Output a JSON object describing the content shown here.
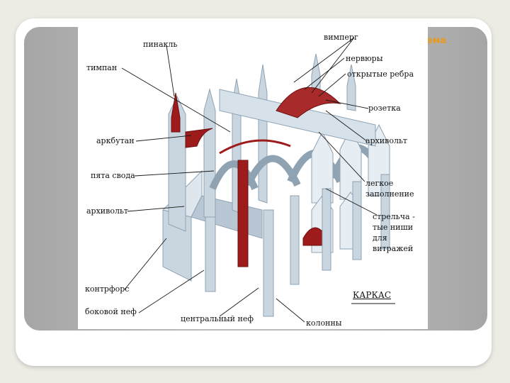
{
  "slide": {
    "title_fragment": "ема"
  },
  "diagram": {
    "labels": {
      "pinnacle": "пинакль",
      "tympanum": "тимпан",
      "flying_buttress": "аркбутан",
      "vault_springer": "пята свода",
      "archivolt_left": "архивольт",
      "buttress": "контрфорс",
      "side_nave": "боковой неф",
      "central_nave": "центральный неф",
      "columns": "колонны",
      "wimperg": "вимперг",
      "ribs": "нервюры",
      "open_ribs": "открытые ребра",
      "rosette": "розетка",
      "archivolt_right": "архивольт",
      "light_infill": "легкое заполнение",
      "lancet_niches": "стрельча - тые ниши для витражей",
      "caption": "КАРКАС"
    },
    "colors": {
      "structure": "#c9d6e0",
      "structure_shadow": "#8fa3b3",
      "accent": "#9e1b1b",
      "leader": "#1a1a1a"
    }
  }
}
